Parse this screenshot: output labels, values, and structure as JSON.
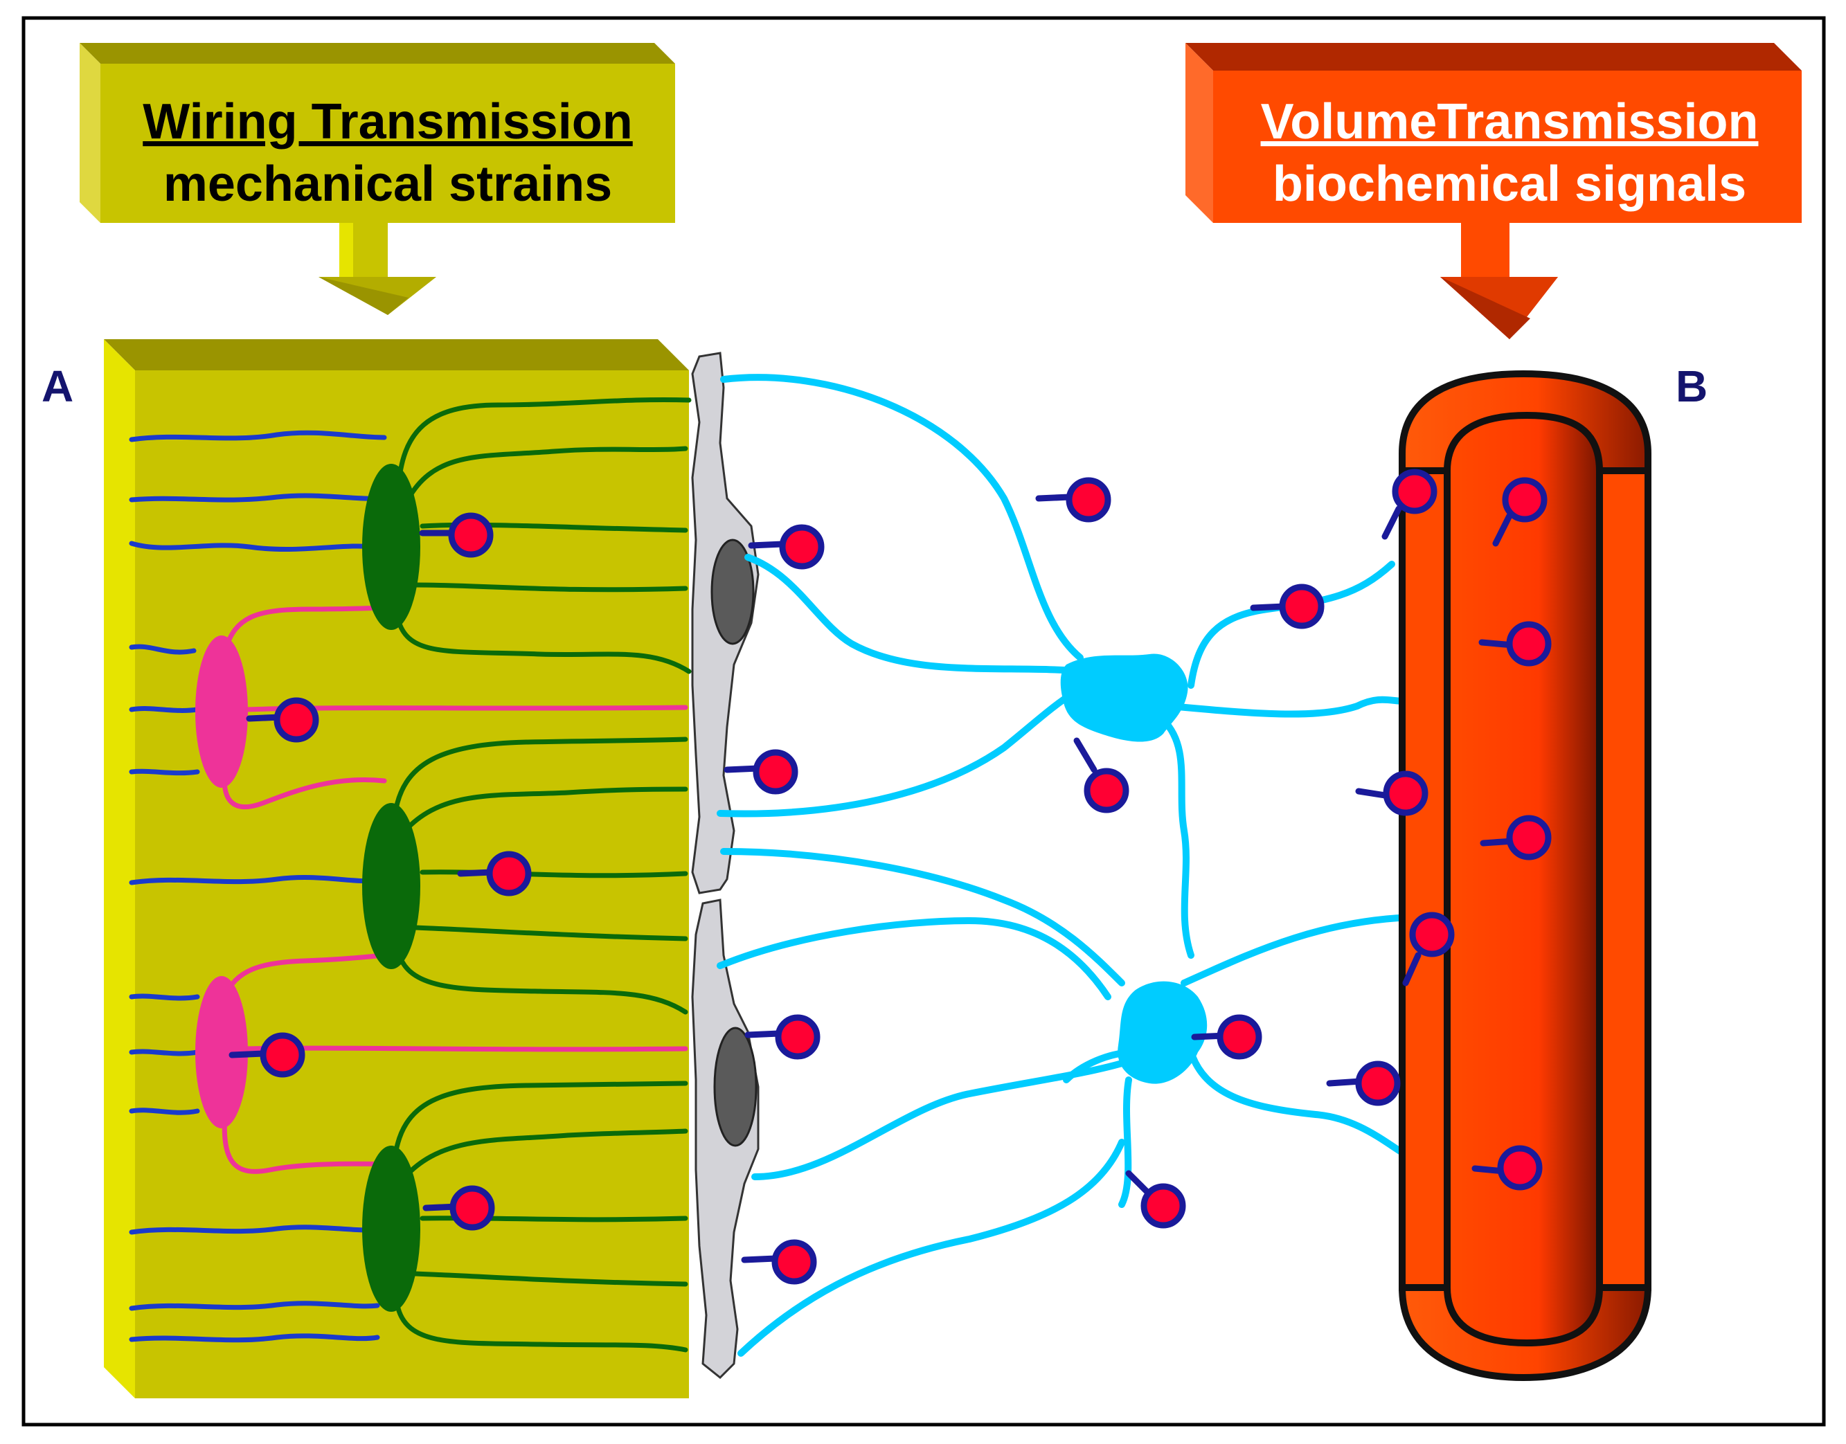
{
  "left_box": {
    "title": "Wiring Transmission",
    "subtitle": "mechanical strains",
    "color": "#c8c400"
  },
  "right_box": {
    "title": "VolumeTransmission",
    "subtitle": "biochemical signals",
    "color": "#ff4a00"
  },
  "panels": {
    "left": "A",
    "right": "B"
  },
  "colors": {
    "tissue": "#c8c400",
    "neuron_green": "#0a6a0a",
    "neuron_magenta": "#ee3399",
    "axon_blue": "#1a3acc",
    "astrocyte": "#00ccff",
    "vessel": "#ff4a00",
    "ligand_fill": "#ff0033",
    "ligand_ring": "#1a1a9a",
    "glial_cell": "#d3d3d8"
  }
}
